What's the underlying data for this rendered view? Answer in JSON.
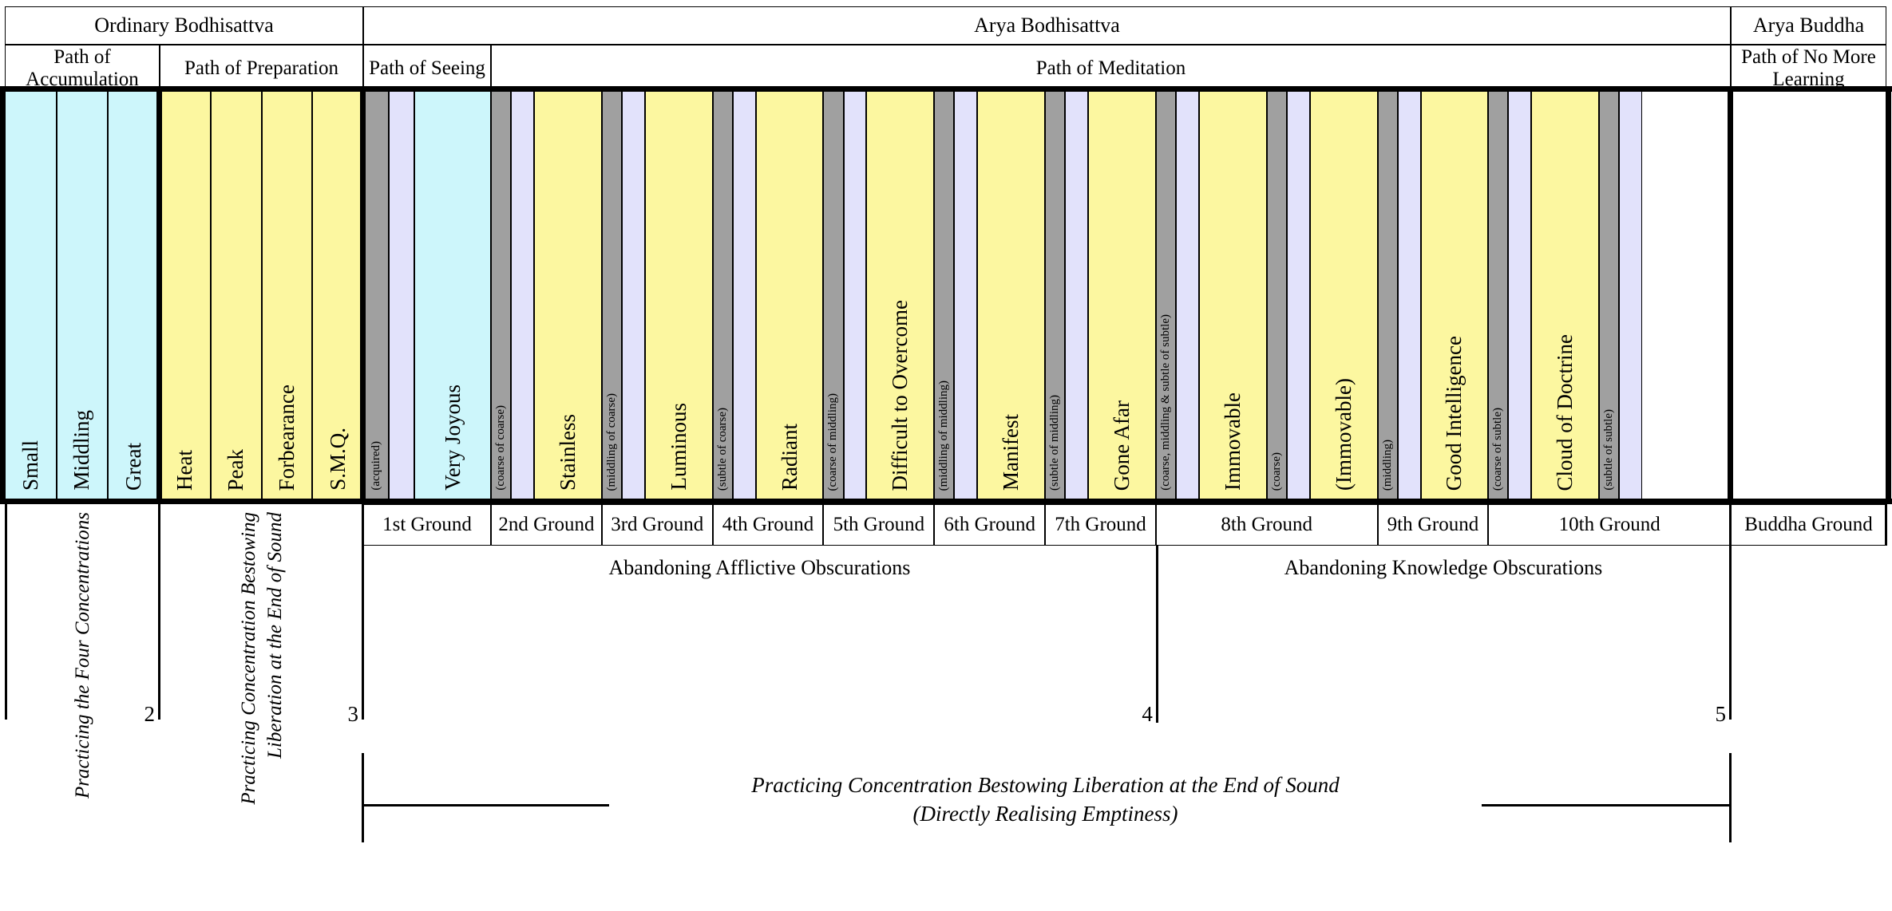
{
  "header": {
    "row1": [
      {
        "label": "Ordinary Bodhisattva"
      },
      {
        "label": "Arya Bodhisattva"
      },
      {
        "label": "Arya Buddha"
      }
    ],
    "row2": [
      {
        "label": "Path of Accumulation"
      },
      {
        "label": "Path of Preparation"
      },
      {
        "label": "Path of Seeing"
      },
      {
        "label": "Path of Meditation"
      },
      {
        "label": "Path of No More Learning"
      }
    ]
  },
  "bands": [
    {
      "label": "Small",
      "color": "cyan",
      "kind": "main"
    },
    {
      "label": "Middling",
      "color": "cyan",
      "kind": "main"
    },
    {
      "label": "Great",
      "color": "cyan",
      "kind": "main"
    },
    {
      "label": "Heat",
      "color": "yellow",
      "kind": "main"
    },
    {
      "label": "Peak",
      "color": "yellow",
      "kind": "main"
    },
    {
      "label": "Forbearance",
      "color": "yellow",
      "kind": "main"
    },
    {
      "label": "S.M.Q.",
      "color": "yellow",
      "kind": "main"
    },
    {
      "label": "(acquired)",
      "color": "gray",
      "kind": "small"
    },
    {
      "label": "",
      "color": "lav",
      "kind": "blank"
    },
    {
      "label": "Very Joyous",
      "color": "cyan",
      "kind": "main"
    },
    {
      "label": "(coarse of coarse)",
      "color": "gray",
      "kind": "small"
    },
    {
      "label": "",
      "color": "lav",
      "kind": "blank"
    },
    {
      "label": "Stainless",
      "color": "yellow",
      "kind": "main"
    },
    {
      "label": "(middling of coarse)",
      "color": "gray",
      "kind": "small"
    },
    {
      "label": "",
      "color": "lav",
      "kind": "blank"
    },
    {
      "label": "Luminous",
      "color": "yellow",
      "kind": "main"
    },
    {
      "label": "(subtle of coarse)",
      "color": "gray",
      "kind": "small"
    },
    {
      "label": "",
      "color": "lav",
      "kind": "blank"
    },
    {
      "label": "Radiant",
      "color": "yellow",
      "kind": "main"
    },
    {
      "label": "(coarse of middling)",
      "color": "gray",
      "kind": "small"
    },
    {
      "label": "",
      "color": "lav",
      "kind": "blank"
    },
    {
      "label": "Difficult to Overcome",
      "color": "yellow",
      "kind": "main"
    },
    {
      "label": "(middling of middling)",
      "color": "gray",
      "kind": "small"
    },
    {
      "label": "",
      "color": "lav",
      "kind": "blank"
    },
    {
      "label": "Manifest",
      "color": "yellow",
      "kind": "main"
    },
    {
      "label": "(subtle of middling)",
      "color": "gray",
      "kind": "small"
    },
    {
      "label": "",
      "color": "lav",
      "kind": "blank"
    },
    {
      "label": "Gone Afar",
      "color": "yellow",
      "kind": "main"
    },
    {
      "label": "(coarse, middling & subtle of subtle)",
      "color": "gray",
      "kind": "small"
    },
    {
      "label": "",
      "color": "lav",
      "kind": "blank"
    },
    {
      "label": "Immovable",
      "color": "yellow",
      "kind": "main"
    },
    {
      "label": "(coarse)",
      "color": "gray",
      "kind": "small"
    },
    {
      "label": "",
      "color": "lav",
      "kind": "blank"
    },
    {
      "label": "(Immovable)",
      "color": "yellow",
      "kind": "main"
    },
    {
      "label": "(middling)",
      "color": "gray",
      "kind": "small"
    },
    {
      "label": "",
      "color": "lav",
      "kind": "blank"
    },
    {
      "label": "Good Intelligence",
      "color": "yellow",
      "kind": "main"
    },
    {
      "label": "(coarse of subtle)",
      "color": "gray",
      "kind": "small"
    },
    {
      "label": "",
      "color": "lav",
      "kind": "blank"
    },
    {
      "label": "Cloud of Doctrine",
      "color": "yellow",
      "kind": "main"
    },
    {
      "label": "(subtle of subtle)",
      "color": "gray",
      "kind": "small"
    },
    {
      "label": "",
      "color": "lav",
      "kind": "buddha"
    }
  ],
  "grounds": [
    {
      "label": "1st Ground"
    },
    {
      "label": "2nd Ground"
    },
    {
      "label": "3rd Ground"
    },
    {
      "label": "4th Ground"
    },
    {
      "label": "5th Ground"
    },
    {
      "label": "6th Ground"
    },
    {
      "label": "7th Ground"
    },
    {
      "label": "8th Ground"
    },
    {
      "label": "9th Ground"
    },
    {
      "label": "10th Ground"
    },
    {
      "label": "Buddha Ground"
    }
  ],
  "obscurations": [
    {
      "label": "Abandoning Afflictive Obscurations"
    },
    {
      "label": "Abandoning Knowledge Obscurations"
    }
  ],
  "notes": {
    "four_concentrations": "Practicing the Four Concentrations",
    "concentration_bestowing_line1": "Practicing Concentration Bestowing",
    "concentration_bestowing_line2": "Liberation at the End of Sound"
  },
  "markers": {
    "m2": "2",
    "m3": "3",
    "m4": "4",
    "m5": "5"
  },
  "caption": {
    "line1": "Practicing Concentration Bestowing Liberation at the End of Sound",
    "line2": "(Directly Realising Emptiness)"
  },
  "colors": {
    "cyan": "#cdf6fb",
    "yellow": "#fcf7a0",
    "gray": "#a0a0a0",
    "lavender": "#e2e2fb",
    "line": "#000000"
  }
}
